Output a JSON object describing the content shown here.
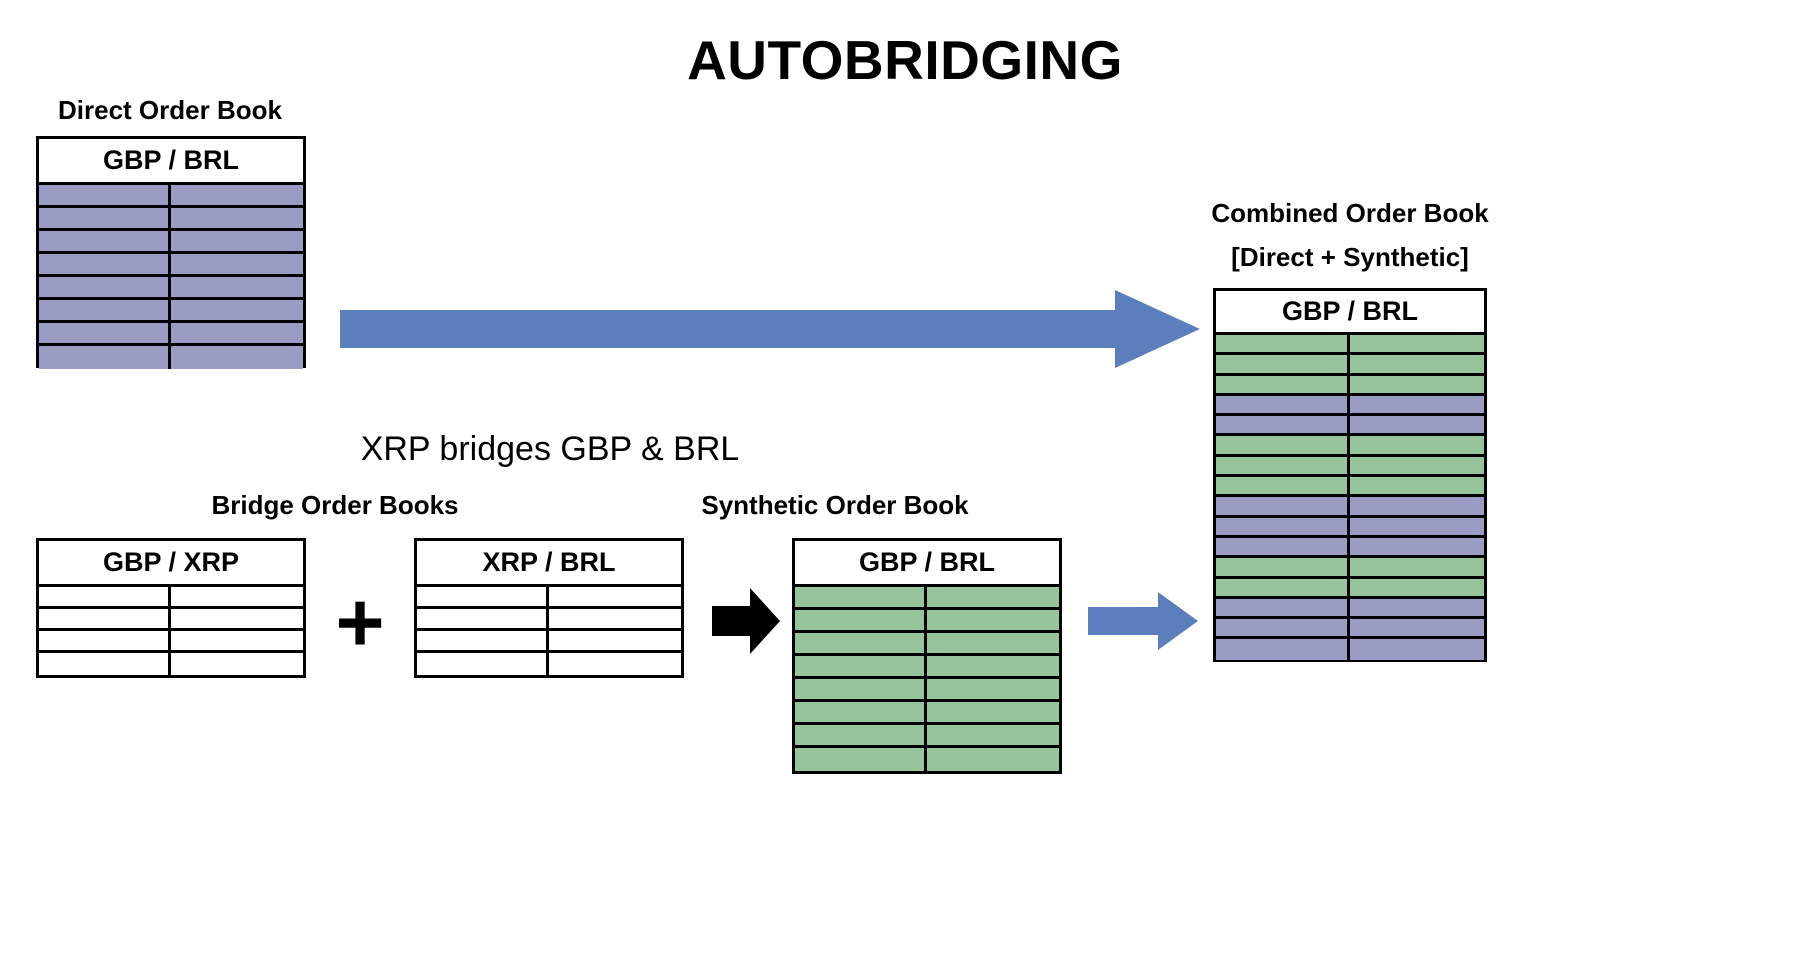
{
  "title": "AUTOBRIDGING",
  "colors": {
    "direct_fill": "#9a9cc4",
    "synthetic_fill": "#96c49b",
    "blue_arrow": "#5b7ebd",
    "black_arrow": "#000000",
    "border": "#000000",
    "background": "#ffffff"
  },
  "direct_book": {
    "caption": "Direct Order Book",
    "header": "GBP / BRL",
    "row_count": 8,
    "row_fills": [
      "direct",
      "direct",
      "direct",
      "direct",
      "direct",
      "direct",
      "direct",
      "direct"
    ]
  },
  "bridge_section": {
    "subhead": "XRP bridges GBP & BRL",
    "caption": "Bridge Order Books",
    "plus_symbol": "+",
    "books": [
      {
        "header": "GBP / XRP",
        "row_count": 4,
        "row_fills": [
          "empty",
          "empty",
          "empty",
          "empty"
        ]
      },
      {
        "header": "XRP / BRL",
        "row_count": 4,
        "row_fills": [
          "empty",
          "empty",
          "empty",
          "empty"
        ]
      }
    ]
  },
  "synthetic_book": {
    "caption": "Synthetic Order Book",
    "header": "GBP / BRL",
    "row_count": 8,
    "row_fills": [
      "synthetic",
      "synthetic",
      "synthetic",
      "synthetic",
      "synthetic",
      "synthetic",
      "synthetic",
      "synthetic"
    ]
  },
  "combined_book": {
    "caption_line1": "Combined Order Book",
    "caption_line2": "[Direct + Synthetic]",
    "header": "GBP / BRL",
    "row_count": 16,
    "row_fills": [
      "synthetic",
      "synthetic",
      "synthetic",
      "direct",
      "direct",
      "synthetic",
      "synthetic",
      "synthetic",
      "direct",
      "direct",
      "direct",
      "synthetic",
      "synthetic",
      "direct",
      "direct",
      "direct"
    ]
  },
  "arrows": {
    "direct_to_combined": "arrow-right-blue-long",
    "bridge_to_synthetic": "arrow-right-black",
    "synthetic_to_combined": "arrow-right-blue-small"
  }
}
